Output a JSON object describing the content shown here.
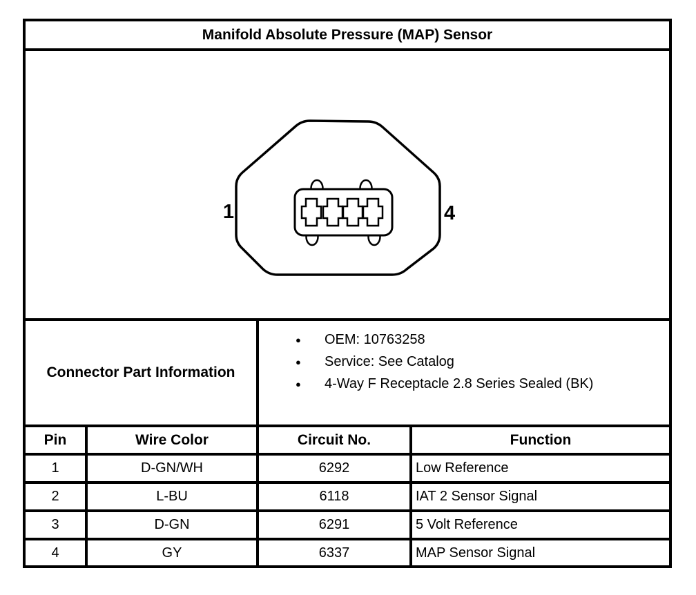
{
  "window": {
    "title": "Manifold Absolute Pressure (MAP) Sensor"
  },
  "connector_diagram": {
    "pin_first": "1",
    "pin_last": "4",
    "pin_count": 4
  },
  "part_info": {
    "label": "Connector Part Information",
    "bullet_icon": "●",
    "bullets": [
      "OEM: 10763258",
      "Service: See Catalog",
      "4-Way F Receptacle 2.8 Series Sealed (BK)"
    ]
  },
  "pin_table": {
    "headers": [
      "Pin",
      "Wire Color",
      "Circuit No.",
      "Function"
    ],
    "rows": [
      [
        "1",
        "D-GN/WH",
        "6292",
        "Low Reference"
      ],
      [
        "2",
        "L-BU",
        "6118",
        "IAT 2 Sensor Signal"
      ],
      [
        "3",
        "D-GN",
        "6291",
        "5 Volt Reference"
      ],
      [
        "4",
        "GY",
        "6337",
        "MAP Sensor Signal"
      ]
    ]
  },
  "colors": {
    "line": "#000000",
    "background": "#ffffff",
    "text": "#000000"
  }
}
